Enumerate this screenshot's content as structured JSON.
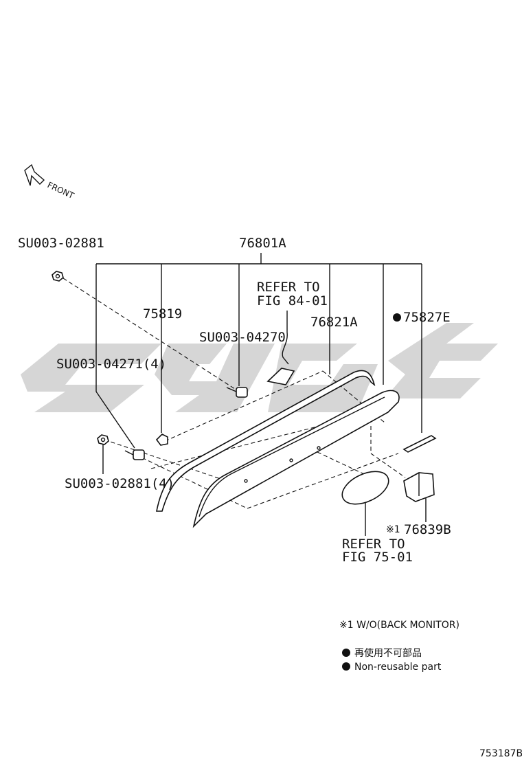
{
  "orientation": {
    "label": "FRONT",
    "icon": "arrow-up-left-icon"
  },
  "callouts": {
    "main_assembly": "76801A",
    "nut_top": "SU003-02881",
    "clip": "75819",
    "bolt_center": "SU003-04270",
    "bolts_left": "SU003-04271(4)",
    "nuts_left": "SU003-02881(4)",
    "lamp_ref_line1": "REFER TO",
    "lamp_ref_line2": "FIG 84-01",
    "garnish": "76821A",
    "seal": "75827E",
    "camera_cover": "76839B",
    "camera_note_mark": "※1",
    "emblem_ref_line1": "REFER TO",
    "emblem_ref_line2": "FIG 75-01"
  },
  "legend": {
    "note1": "※1 W/O(BACK MONITOR)",
    "nonreusable_jp": "再使用不可部品",
    "nonreusable_en": "Non-reusable part"
  },
  "diagram_id": "753187B",
  "colors": {
    "ink": "#111111",
    "watermark": "#cfcfcf"
  }
}
